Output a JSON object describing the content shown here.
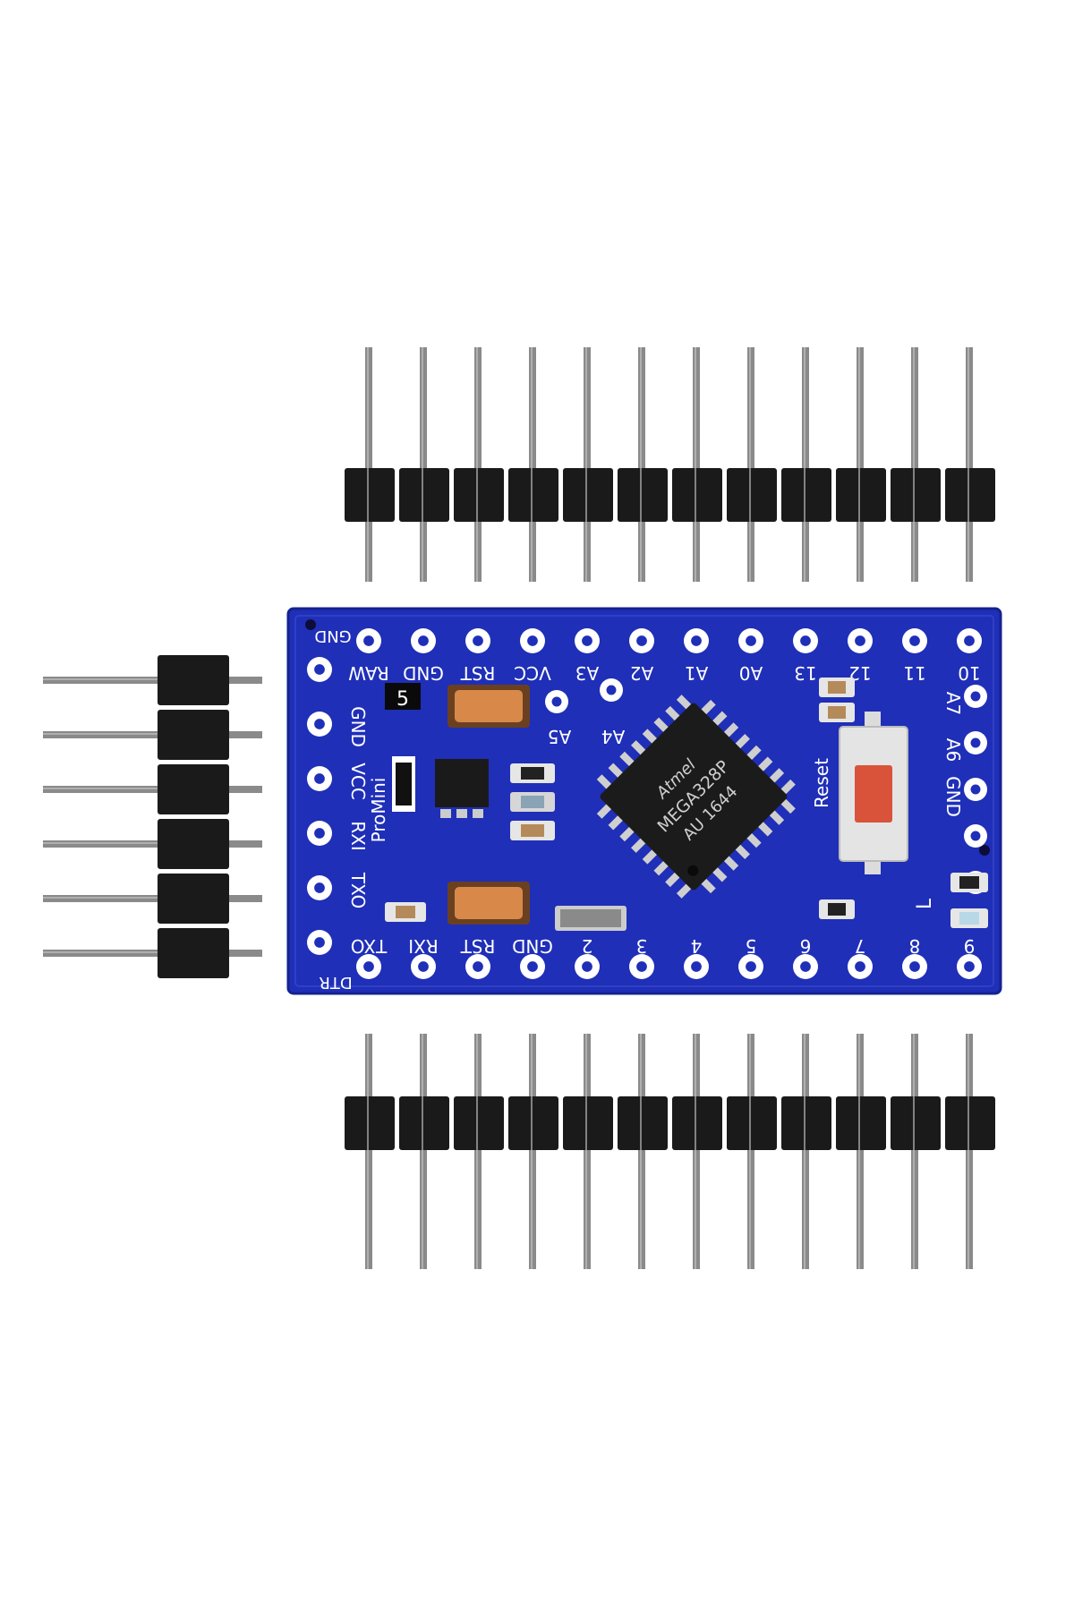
{
  "colors": {
    "background": "#ffffff",
    "board": "#1f2fb8",
    "board_edge": "#15228f",
    "silkscreen": "#ffffff",
    "pad": "#ffffff",
    "header_plastic": "#1a1a1a",
    "pin_metal": "#8a8a8a",
    "chip": "#1b1b1b",
    "capacitor": "#d8894a",
    "reset_button": "#d9533a"
  },
  "board": {
    "top_row_labels": [
      "GND",
      "RAW",
      "GND",
      "RST",
      "VCC",
      "A3",
      "A2",
      "A1",
      "A0",
      "13",
      "12",
      "11",
      "10"
    ],
    "bottom_row_labels": [
      "DTR",
      "TXO",
      "RXI",
      "RST",
      "GND",
      "2",
      "3",
      "4",
      "5",
      "6",
      "7",
      "8",
      "9"
    ],
    "left_column_labels": [
      "GND",
      "VCC",
      "RXI",
      "TXO"
    ],
    "right_column_labels": [
      "A7",
      "A6",
      "GND"
    ],
    "inner_labels": [
      "A5",
      "A4"
    ],
    "board_name": "ProMini",
    "reset_label": "Reset",
    "led_label": "L",
    "regulator_marking": "5",
    "chip_marking": {
      "brand": "Atmel",
      "model": "MEGA328P",
      "code": "AU 1644"
    }
  },
  "headers": {
    "top_pin_count": 12,
    "bottom_pin_count": 12,
    "left_angled_pin_count": 6
  }
}
